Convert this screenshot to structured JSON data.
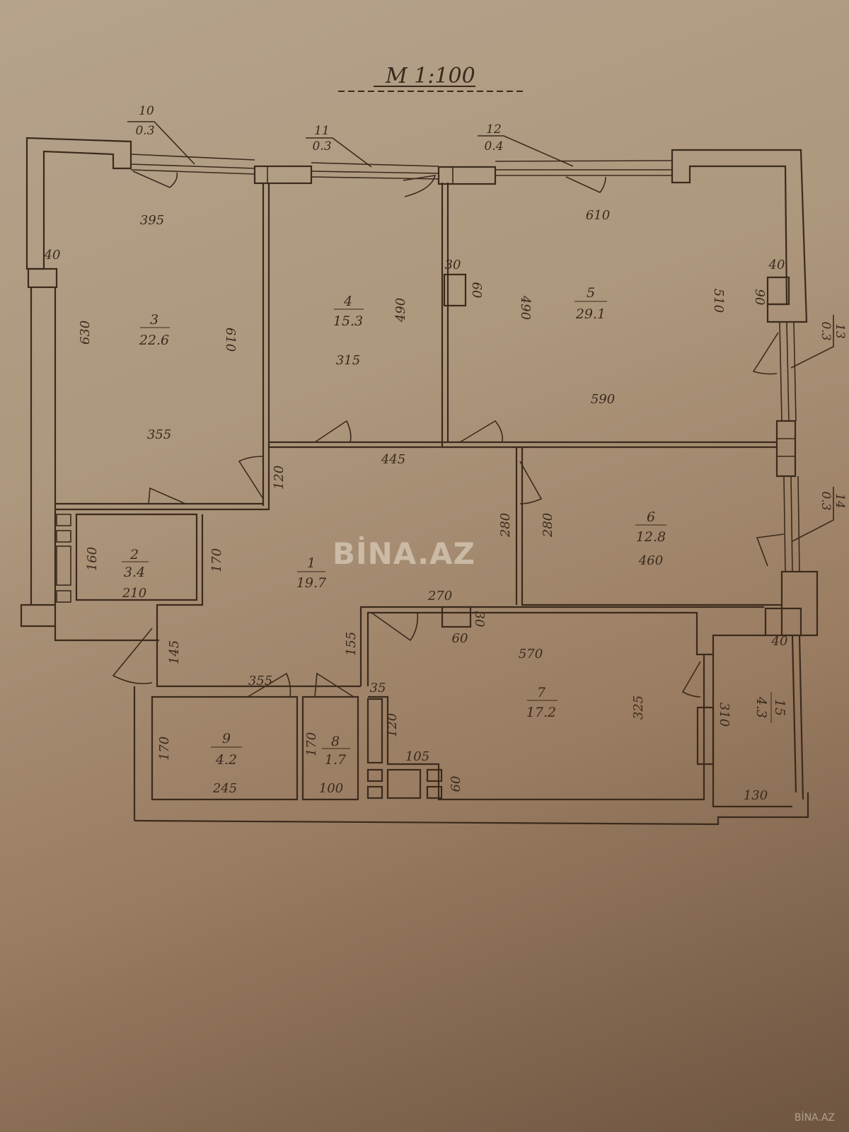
{
  "title": "M 1:100",
  "watermark": "BİNA.AZ",
  "colors": {
    "paper": "#b3a088",
    "ink": "#3b2a1c"
  },
  "rooms": [
    {
      "number": "1",
      "area": "19.7"
    },
    {
      "number": "2",
      "area": "3.4"
    },
    {
      "number": "3",
      "area": "22.6"
    },
    {
      "number": "4",
      "area": "15.3"
    },
    {
      "number": "5",
      "area": "29.1"
    },
    {
      "number": "6",
      "area": "12.8"
    },
    {
      "number": "7",
      "area": "17.2"
    },
    {
      "number": "8",
      "area": "1.7"
    },
    {
      "number": "9",
      "area": "4.2"
    },
    {
      "number": "10",
      "area": "0.3"
    },
    {
      "number": "11",
      "area": "0.3"
    },
    {
      "number": "12",
      "area": "0.4"
    },
    {
      "number": "13",
      "area": "0.3"
    },
    {
      "number": "14",
      "area": "0.3"
    },
    {
      "number": "15",
      "area": "4.3"
    }
  ],
  "dimensions": {
    "r3_top": "395",
    "r3_left": "630",
    "r3_right": "610",
    "r3_bottom": "355",
    "r3_wall": "40",
    "r4_right": "490",
    "r4_bottom": "315",
    "r5_top": "610",
    "r5_left": "490",
    "r5_right": "510",
    "r5_bottom": "590",
    "col_w": "30",
    "col_h": "60",
    "pier_w": "40",
    "pier_h": "90",
    "r1_top": "445",
    "r1_door": "120",
    "r1_right": "280",
    "r1_left_a": "170",
    "r1_left_b": "145",
    "r1_right_b": "155",
    "r1_bottom": "270",
    "r1_355": "355",
    "r2_left": "160",
    "r2_bottom": "210",
    "r6_left": "280",
    "r6_bottom": "460",
    "r7_top": "570",
    "r7_right": "325",
    "r7_col": "60",
    "r7_col_h": "30",
    "r7_35": "35",
    "r7_120": "120",
    "r7_105": "105",
    "r7_60": "60",
    "r8_left": "170",
    "r8_bottom": "100",
    "r9_left": "170",
    "r9_bottom": "245",
    "r15_left": "310",
    "r15_bottom": "130",
    "r15_pier": "40"
  }
}
